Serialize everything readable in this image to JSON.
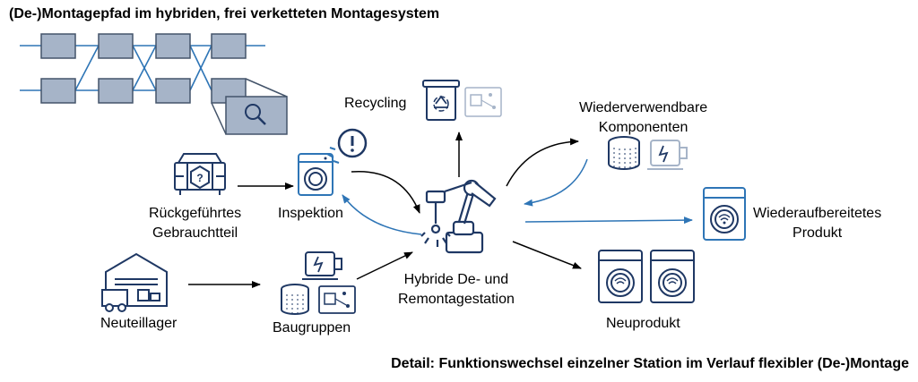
{
  "title": "(De-)Montagepfad im hybriden, frei verketteten Montagesystem",
  "caption": "Detail: Funktionswechsel einzelner Station im Verlauf flexibler (De-)Montage",
  "labels": {
    "recycling": "Recycling",
    "reuse_line1": "Wiederverwendbare",
    "reuse_line2": "Komponenten",
    "returned_line1": "Rückgeführtes",
    "returned_line2": "Gebrauchtteil",
    "inspection": "Inspektion",
    "refurbished_line1": "Wiederaufbereitetes",
    "refurbished_line2": "Produkt",
    "station_line1": "Hybride De- und",
    "station_line2": "Remontagestation",
    "new_parts": "Neuteillager",
    "assemblies": "Baugruppen",
    "new_product": "Neuprodukt"
  },
  "colors": {
    "navy": "#1f3864",
    "accent_blue": "#2e75b6",
    "station_fill": "#a6b4c8",
    "station_stroke": "#44546a",
    "line_blue": "#2e75b6"
  }
}
